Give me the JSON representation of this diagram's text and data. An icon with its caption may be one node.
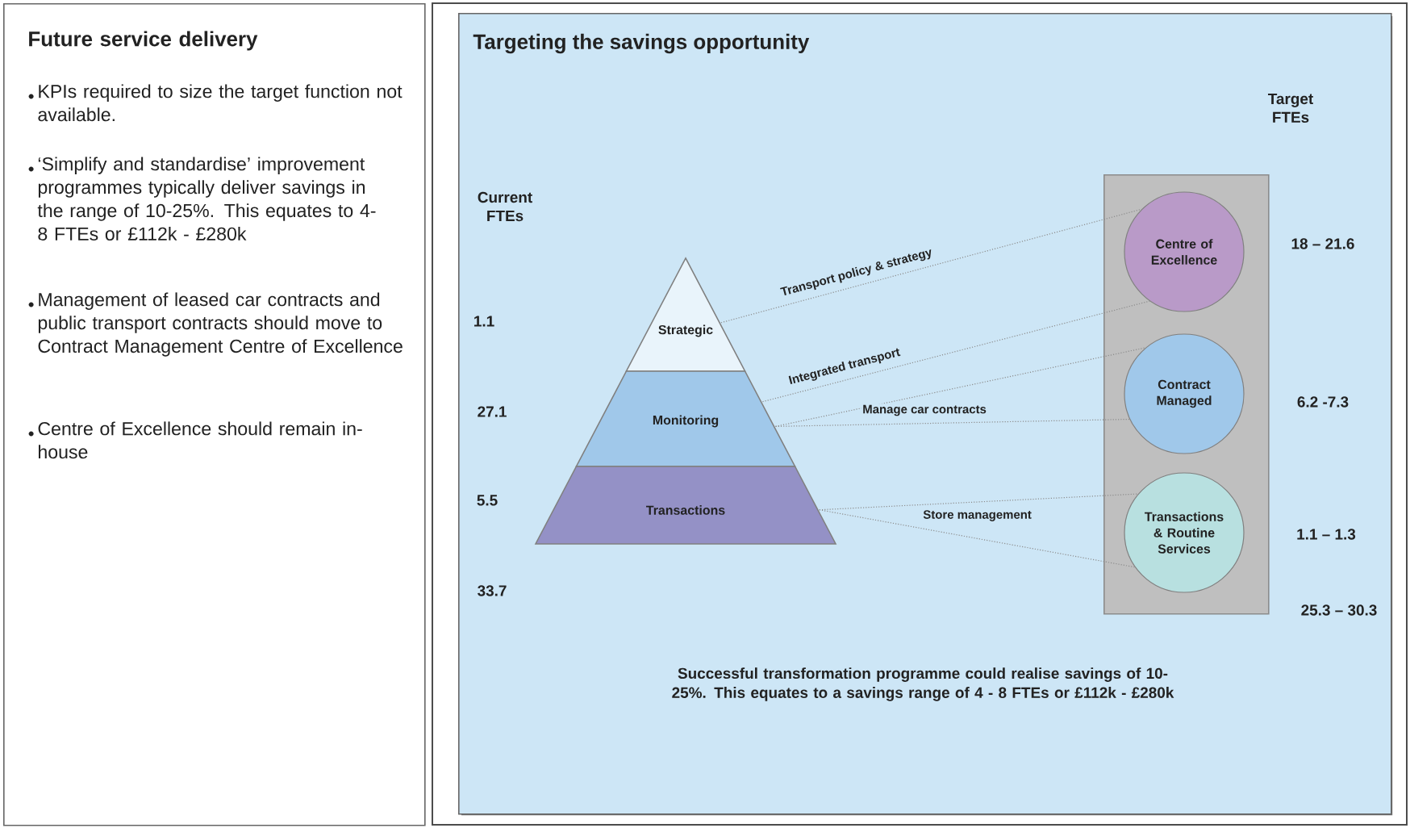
{
  "diagram": {
    "nodes": [
      {
        "text": [
          "Future service delivery",
          "KPIs required to size the target function not available.",
          "‘Simplify and standardise’ improvement programmes typically deliver savings in the range of 10-25%. This equates to 4-8 FTEs or £112k - £280k",
          "Management of leased car contracts and public transport contracts should move to Contract Management Centre of Excellence",
          "Centre of Excellence should remain in-house"
        ]
      },
      {
        "text": [
          "Targeting the savings opportunity"
        ]
      },
      {
        "text": [
          "Strategic"
        ],
        "in": 1
      },
      {
        "text": [
          "Monitoring"
        ],
        "in": 1
      },
      {
        "text": [
          "Transactions"
        ],
        "in": 1
      },
      {
        "text": [],
        "shape": "box",
        "in": 1
      },
      {
        "text": [
          "Centre of Excellence"
        ],
        "in": 5
      },
      {
        "text": [
          "Contract Managed"
        ],
        "in": 5
      },
      {
        "text": [
          "Transactions & Routine Services"
        ],
        "in": 5
      }
    ],
    "edges": [
      {
        "from": 2,
        "to": 6,
        "arrow": "none",
        "label": "Transport policy & strategy"
      },
      {
        "from": 3,
        "to": 6,
        "arrow": "none",
        "label": "Integrated transport"
      },
      {
        "from": 3,
        "to": 7,
        "arrow": "none"
      },
      {
        "from": 3,
        "to": 7,
        "arrow": "none",
        "label": "Manage car contracts"
      },
      {
        "from": 4,
        "to": 8,
        "arrow": "none"
      },
      {
        "from": 4,
        "to": 8,
        "arrow": "none",
        "label": "Store management"
      }
    ],
    "labels": [
      "Current FTEs",
      "1.1",
      "27.1",
      "5.5",
      "33.7",
      "Target FTEs",
      "18 – 21.6",
      "6.2 -7.3",
      "1.1 – 1.3",
      "25.3 – 30.3",
      "Successful transformation programme could realise savings of 10-25%. This equates to a savings range of 4 - 8 FTEs or £112k - £280k"
    ]
  }
}
